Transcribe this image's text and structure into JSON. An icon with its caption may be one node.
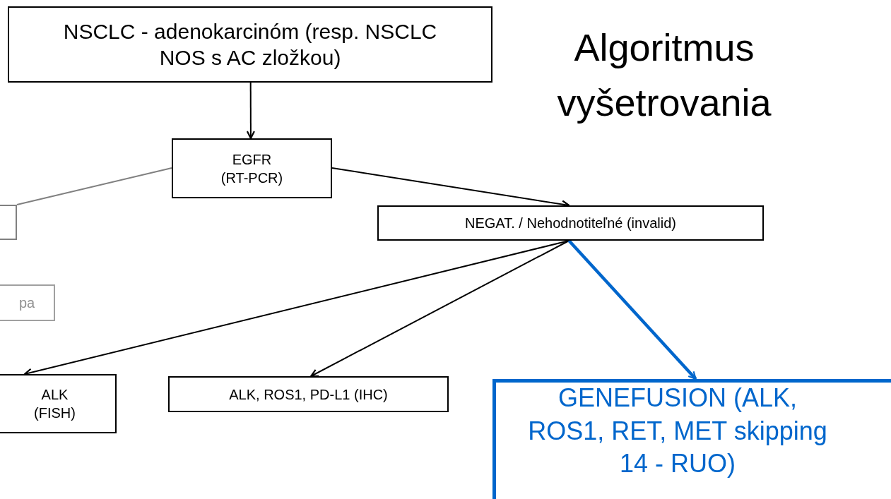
{
  "diagram": {
    "title": "Algoritmus vyšetrovania",
    "nodes": [
      {
        "text": [
          "NSCLC - adenokarcinóm (resp. NSCLC NOS s  AC zložkou)"
        ]
      },
      {
        "text": [
          "EGFR (RT-PCR)"
        ]
      },
      {
        "text": [
          "NEGAT. / Nehodnotiteľné (invalid)"
        ]
      },
      {
        "text": [],
        "shape": "box"
      },
      {
        "text": [
          "pa"
        ]
      },
      {
        "text": [
          "ALK (FISH)"
        ]
      },
      {
        "text": [
          "ALK, ROS1, PD-L1 (IHC)"
        ]
      },
      {
        "text": [
          "GENEFUSION (ALK, ROS1, RET, MET skipping 14 - RUO)"
        ]
      }
    ],
    "edges": [
      {
        "from": 0,
        "to": 1,
        "arrow": "to"
      },
      {
        "from": 1,
        "to": 2,
        "arrow": "to"
      },
      {
        "from": 1,
        "to": 3,
        "arrow": "none",
        "color": "#808080"
      },
      {
        "from": 2,
        "to": 5,
        "arrow": "to"
      },
      {
        "from": 2,
        "to": 6,
        "arrow": "to"
      },
      {
        "from": 2,
        "to": 7,
        "arrow": "to",
        "style": "thick",
        "color": "#0066cc"
      }
    ]
  }
}
